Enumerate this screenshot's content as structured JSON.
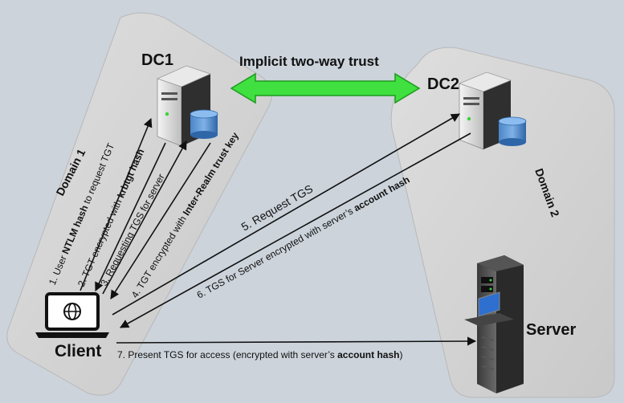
{
  "title": "Implicit two-way trust",
  "nodes": {
    "dc1": "DC1",
    "dc2": "DC2",
    "client": "Client",
    "server": "Server"
  },
  "domains": {
    "domain1": "Domain 1",
    "domain2": "Domain 2"
  },
  "steps": {
    "s1": {
      "pre": "1. User ",
      "bold": "NTLM hash",
      "post": " to request TGT"
    },
    "s2": {
      "pre": "2. TGT encrypted with ",
      "bold": "krbtgt hash",
      "post": ""
    },
    "s3": {
      "pre": "3. Requesting TGS for server",
      "bold": "",
      "post": ""
    },
    "s4": {
      "pre": "4. TGT encrypted with ",
      "bold": "Inter-Realm trust key",
      "post": ""
    },
    "s5": {
      "pre": "5. Request TGS",
      "bold": "",
      "post": ""
    },
    "s6": {
      "pre": "6. TGS for Server encrypted with server’s ",
      "bold": "account hash",
      "post": ""
    },
    "s7": {
      "pre": "7. Present TGS for access (encrypted with server’s ",
      "bold": "account hash",
      "post": ")"
    }
  },
  "colors": {
    "background": "#ccd3db",
    "domain_fill": "#d6d6d6",
    "trust_arrow": "#3fe03f",
    "trust_arrow_border": "#1f9a1f",
    "arrow": "#111111"
  },
  "icons": {
    "dc1": "server-database-icon",
    "dc2": "server-database-icon",
    "client": "laptop-globe-icon",
    "server": "rack-server-icon"
  }
}
